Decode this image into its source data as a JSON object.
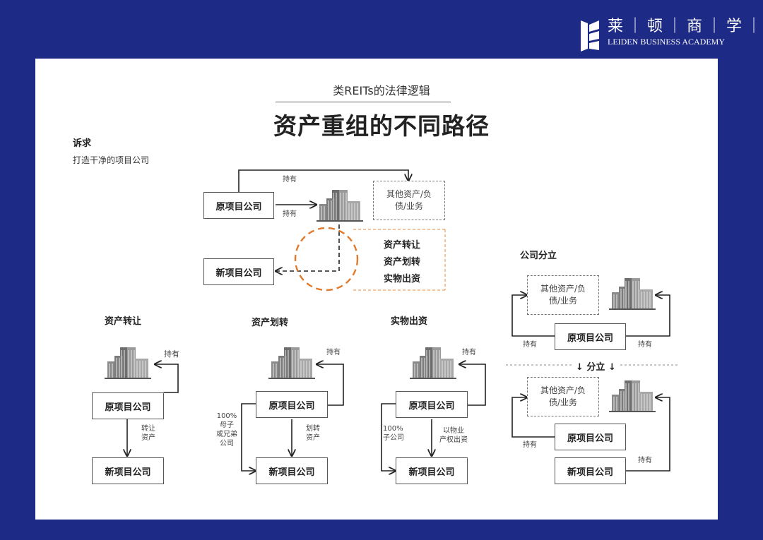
{
  "brand": {
    "name_cn": "莱｜顿｜商｜学｜院",
    "name_en": "LEIDEN BUSINESS ACADEMY"
  },
  "title": {
    "subtitle": "类REITs的法律逻辑",
    "main": "资产重组的不同路径"
  },
  "goal": {
    "heading": "诉求",
    "text": "打造干净的项目公司"
  },
  "top": {
    "old_company": "原项目公司",
    "new_company": "新项目公司",
    "other_assets": "其他资产/负\n债/业务",
    "hold_upper": "持有",
    "hold_lower": "持有",
    "methods": [
      "资产转让",
      "资产划转",
      "实物出资"
    ]
  },
  "transfer": {
    "title": "资产转让",
    "old_company": "原项目公司",
    "new_company": "新项目公司",
    "hold": "持有",
    "edge": "转让\n资产"
  },
  "allocation": {
    "title": "资产划转",
    "old_company": "原项目公司",
    "new_company": "新项目公司",
    "hold": "持有",
    "edge": "划转\n资产",
    "side": "100%\n母子\n或兄弟\n公司"
  },
  "contribution": {
    "title": "实物出资",
    "old_company": "原项目公司",
    "new_company": "新项目公司",
    "hold": "持有",
    "edge": "以物业\n产权出资",
    "side": "100%\n子公司"
  },
  "split": {
    "title": "公司分立",
    "other_assets_before": "其他资产/负\n债/业务",
    "old_company_before": "原项目公司",
    "hold_left": "持有",
    "hold_right": "持有",
    "divider": "↓ 分立 ↓",
    "other_assets_after": "其他资产/负\n债/业务",
    "old_company_after": "原项目公司",
    "new_company_after": "新项目公司",
    "hold_after_left": "持有",
    "hold_after_right": "持有"
  }
}
